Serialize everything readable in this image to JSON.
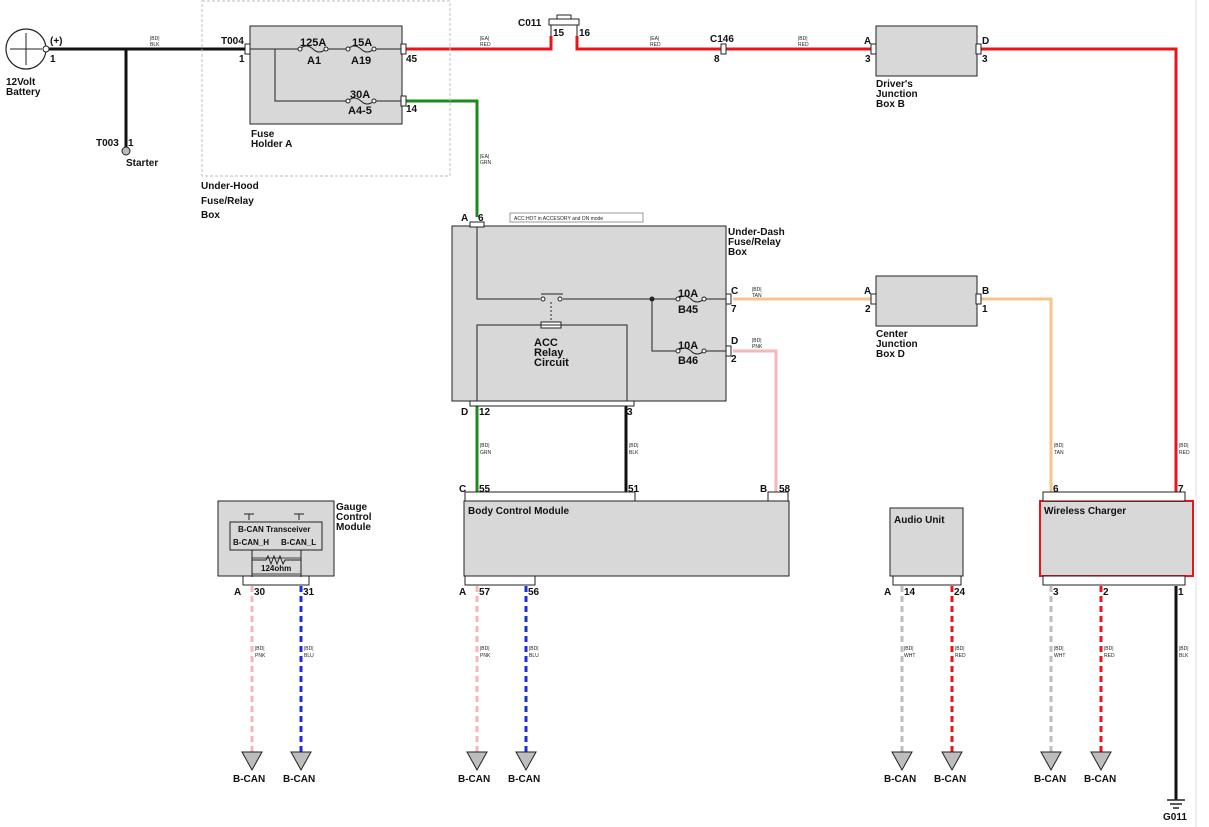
{
  "colors": {
    "black": "#111111",
    "red": "#e8151b",
    "green": "#1e8a1e",
    "tan": "#f6c28e",
    "pink": "#f7b6bc",
    "blue": "#1b2fd8",
    "white_wire": "#bdbdbd",
    "box_fill": "#d8d8d8",
    "highlight": "#e8151b"
  },
  "battery": {
    "label_line1": "12Volt",
    "label_line2": "Battery",
    "terminal": "(+)",
    "pin": "1"
  },
  "starter": {
    "connector": "T003",
    "pin": "1",
    "label": "Starter"
  },
  "underhood": {
    "connector": "T004",
    "pin_in": "1",
    "label_line1": "Under-Hood",
    "label_line2": "Fuse/Relay",
    "label_line3": "Box",
    "holder_line1": "Fuse",
    "holder_line2": "Holder A",
    "fuses": [
      {
        "rating": "125A",
        "name": "A1"
      },
      {
        "rating": "15A",
        "name": "A19"
      },
      {
        "rating": "30A",
        "name": "A4-5"
      }
    ],
    "pin_out_red": "45",
    "pin_out_green": "14"
  },
  "wire_codes": {
    "bd_blk": [
      "|BD|",
      "BLK"
    ],
    "ea_red_1": [
      "|EA|",
      "RED"
    ],
    "ea_red_2": [
      "|EA|",
      "RED"
    ],
    "bd_red_1": [
      "|BD|",
      "RED"
    ],
    "ea_grn": [
      "|EA|",
      "GRN"
    ],
    "bd_tan_1": [
      "|BD|",
      "TAN"
    ],
    "bd_pnk_1": [
      "|BD|",
      "PNK"
    ],
    "bd_grn": [
      "|BD|",
      "GRN"
    ],
    "bd_blk_2": [
      "|BD|",
      "BLK"
    ],
    "bd_tan_2": [
      "|BD|",
      "TAN"
    ],
    "bd_red_2": [
      "|BD|",
      "RED"
    ],
    "gcm_pnk": [
      "|BD|",
      "PNK"
    ],
    "gcm_blu": [
      "|BD|",
      "BLU"
    ],
    "bcm_pnk": [
      "|BD|",
      "PNK"
    ],
    "bcm_blu": [
      "|BD|",
      "BLU"
    ],
    "au_wht": [
      "|BD|",
      "WHT"
    ],
    "au_red": [
      "|BD|",
      "RED"
    ],
    "wc_wht": [
      "|BD|",
      "WHT"
    ],
    "wc_red": [
      "|BD|",
      "RED"
    ],
    "wc_blk": [
      "|BD|",
      "BLK"
    ]
  },
  "c011": {
    "name": "C011",
    "pin_a": "15",
    "pin_b": "16"
  },
  "c146": {
    "name": "C146",
    "pin": "8"
  },
  "djb": {
    "label_line1": "Driver's",
    "label_line2": "Junction",
    "label_line3": "Box B",
    "conn_in": "A",
    "pin_in": "3",
    "conn_out": "D",
    "pin_out": "3"
  },
  "underdash": {
    "label_line1": "Under-Dash",
    "label_line2": "Fuse/Relay",
    "label_line3": "Box",
    "note": "ACC:HOT in ACCESORY and ON mode",
    "conn_top": "A",
    "pin_top": "6",
    "relay_line1": "ACC",
    "relay_line2": "Relay",
    "relay_line3": "Circuit",
    "fuses": [
      {
        "rating": "10A",
        "name": "B45"
      },
      {
        "rating": "10A",
        "name": "B46"
      }
    ],
    "conn_c": "C",
    "pin_c": "7",
    "conn_d": "D",
    "pin_d": "2",
    "conn_bottom": "D",
    "pin_bottom_left": "12",
    "pin_bottom_right": "3"
  },
  "cjb": {
    "label_line1": "Center",
    "label_line2": "Junction",
    "label_line3": "Box D",
    "conn_in": "A",
    "pin_in": "2",
    "conn_out": "B",
    "pin_out": "1"
  },
  "bcm": {
    "label": "Body Control Module",
    "top_conn_c": "C",
    "pin_55": "55",
    "pin_51": "51",
    "top_conn_b": "B",
    "pin_58": "58",
    "bot_conn": "A",
    "pin_57": "57",
    "pin_56": "56"
  },
  "gcm": {
    "label_line1": "Gauge",
    "label_line2": "Control",
    "label_line3": "Module",
    "transceiver": "B-CAN Transceiver",
    "can_h": "B-CAN_H",
    "can_l": "B-CAN_L",
    "resistor": "124ohm",
    "conn": "A",
    "pin_30": "30",
    "pin_31": "31"
  },
  "audio": {
    "label": "Audio Unit",
    "conn": "A",
    "pin_14": "14",
    "pin_24": "24"
  },
  "charger": {
    "label": "Wireless Charger",
    "pin_6": "6",
    "pin_7": "7",
    "pin_3": "3",
    "pin_2": "2",
    "pin_1": "1"
  },
  "bcan_labels": [
    "B-CAN",
    "B-CAN",
    "B-CAN",
    "B-CAN",
    "B-CAN",
    "B-CAN",
    "B-CAN",
    "B-CAN"
  ],
  "ground": {
    "label": "G011"
  }
}
